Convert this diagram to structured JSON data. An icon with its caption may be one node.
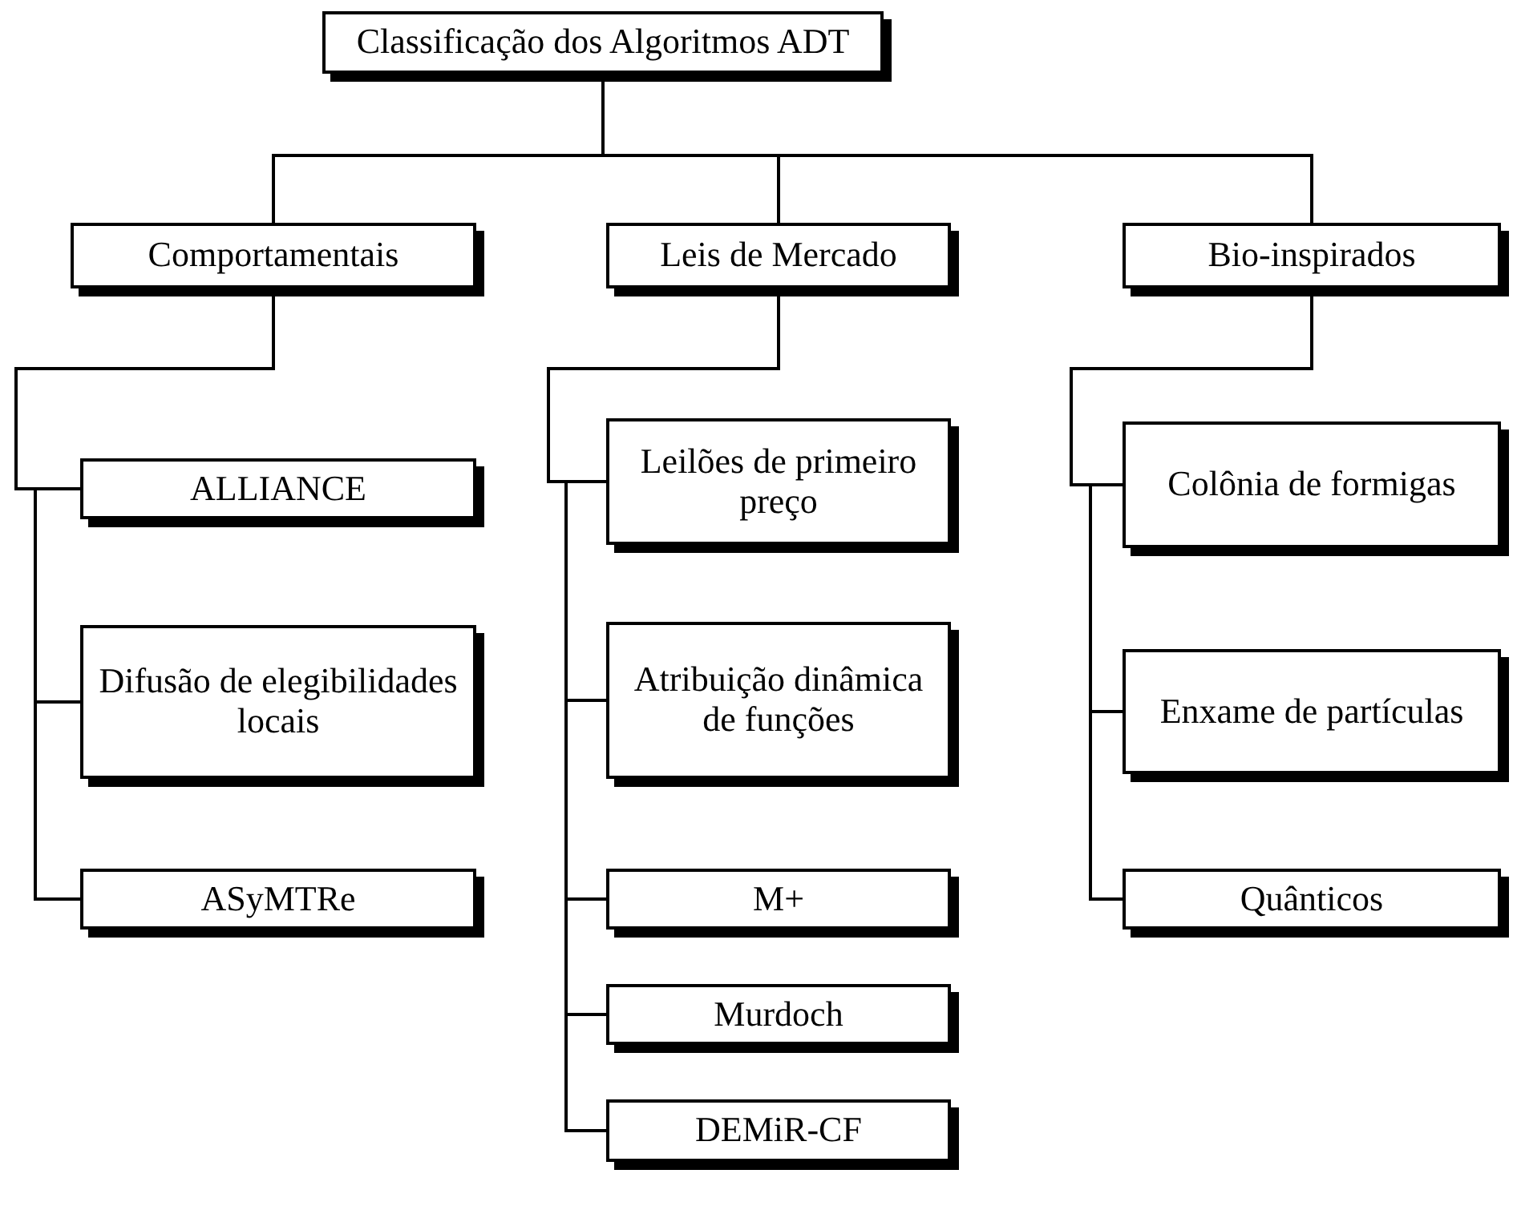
{
  "diagram": {
    "nodes": [
      {
        "text": [
          "Classificação dos Algoritmos ADT"
        ]
      },
      {
        "text": [
          "Comportamentais"
        ]
      },
      {
        "text": [
          "Leis de Mercado"
        ]
      },
      {
        "text": [
          "Bio-inspirados"
        ]
      },
      {
        "text": [
          "ALLIANCE"
        ]
      },
      {
        "text": [
          "Difusão de elegibilidades locais"
        ]
      },
      {
        "text": [
          "ASyMTRe"
        ]
      },
      {
        "text": [
          "Leilões de primeiro preço"
        ]
      },
      {
        "text": [
          "Atribuição dinâmica de funções"
        ]
      },
      {
        "text": [
          "M+"
        ]
      },
      {
        "text": [
          "Murdoch"
        ]
      },
      {
        "text": [
          "DEMiR-CF"
        ]
      },
      {
        "text": [
          "Colônia de formigas"
        ]
      },
      {
        "text": [
          "Enxame de partículas"
        ]
      },
      {
        "text": [
          "Quânticos"
        ]
      }
    ],
    "edges": [
      {
        "from": 0,
        "to": 1,
        "arrow": "none"
      },
      {
        "from": 0,
        "to": 2,
        "arrow": "none"
      },
      {
        "from": 0,
        "to": 3,
        "arrow": "none"
      },
      {
        "from": 1,
        "to": 4,
        "arrow": "none"
      },
      {
        "from": 1,
        "to": 5,
        "arrow": "none"
      },
      {
        "from": 1,
        "to": 6,
        "arrow": "none"
      },
      {
        "from": 2,
        "to": 7,
        "arrow": "none"
      },
      {
        "from": 2,
        "to": 8,
        "arrow": "none"
      },
      {
        "from": 2,
        "to": 9,
        "arrow": "none"
      },
      {
        "from": 2,
        "to": 10,
        "arrow": "none"
      },
      {
        "from": 2,
        "to": 11,
        "arrow": "none"
      },
      {
        "from": 3,
        "to": 12,
        "arrow": "none"
      },
      {
        "from": 3,
        "to": 13,
        "arrow": "none"
      },
      {
        "from": 3,
        "to": 14,
        "arrow": "none"
      }
    ]
  }
}
